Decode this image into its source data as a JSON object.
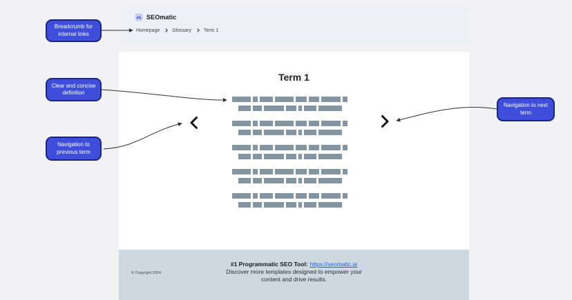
{
  "colors": {
    "page_bg": "#f2f2f4",
    "header_band_bg": "#edf1f6",
    "card_bg": "#ffffff",
    "footer_bg": "#cdd8e1",
    "callout_fill": "#3e4eda",
    "callout_border": "#1a2680",
    "skeleton_bar": "#8494a1",
    "link": "#2563eb"
  },
  "site": {
    "logo_text": "SEOmatic",
    "breadcrumb": [
      "Homepage",
      "Glossary",
      "Term 1"
    ],
    "term_title": "Term 1"
  },
  "footer": {
    "copyright": "© Copyright 2024",
    "headline": "#1 Programmatic SEO Tool:",
    "link_text": "https://seomatic.ai",
    "tagline_line1": "Discover more templates designed to empower your",
    "tagline_line2": "content and drive results."
  },
  "annotations": [
    {
      "label": "Breadcrumb for internal links"
    },
    {
      "label": "Clear and concise definition"
    },
    {
      "label": "Navigation to previous term"
    },
    {
      "label": "Navigation to next term"
    }
  ],
  "icons": {
    "logo": "seomatic-app-icon",
    "previous": "chevron-left-icon",
    "next": "chevron-right-icon",
    "breadcrumb_separator": "chevron-right-icon"
  }
}
